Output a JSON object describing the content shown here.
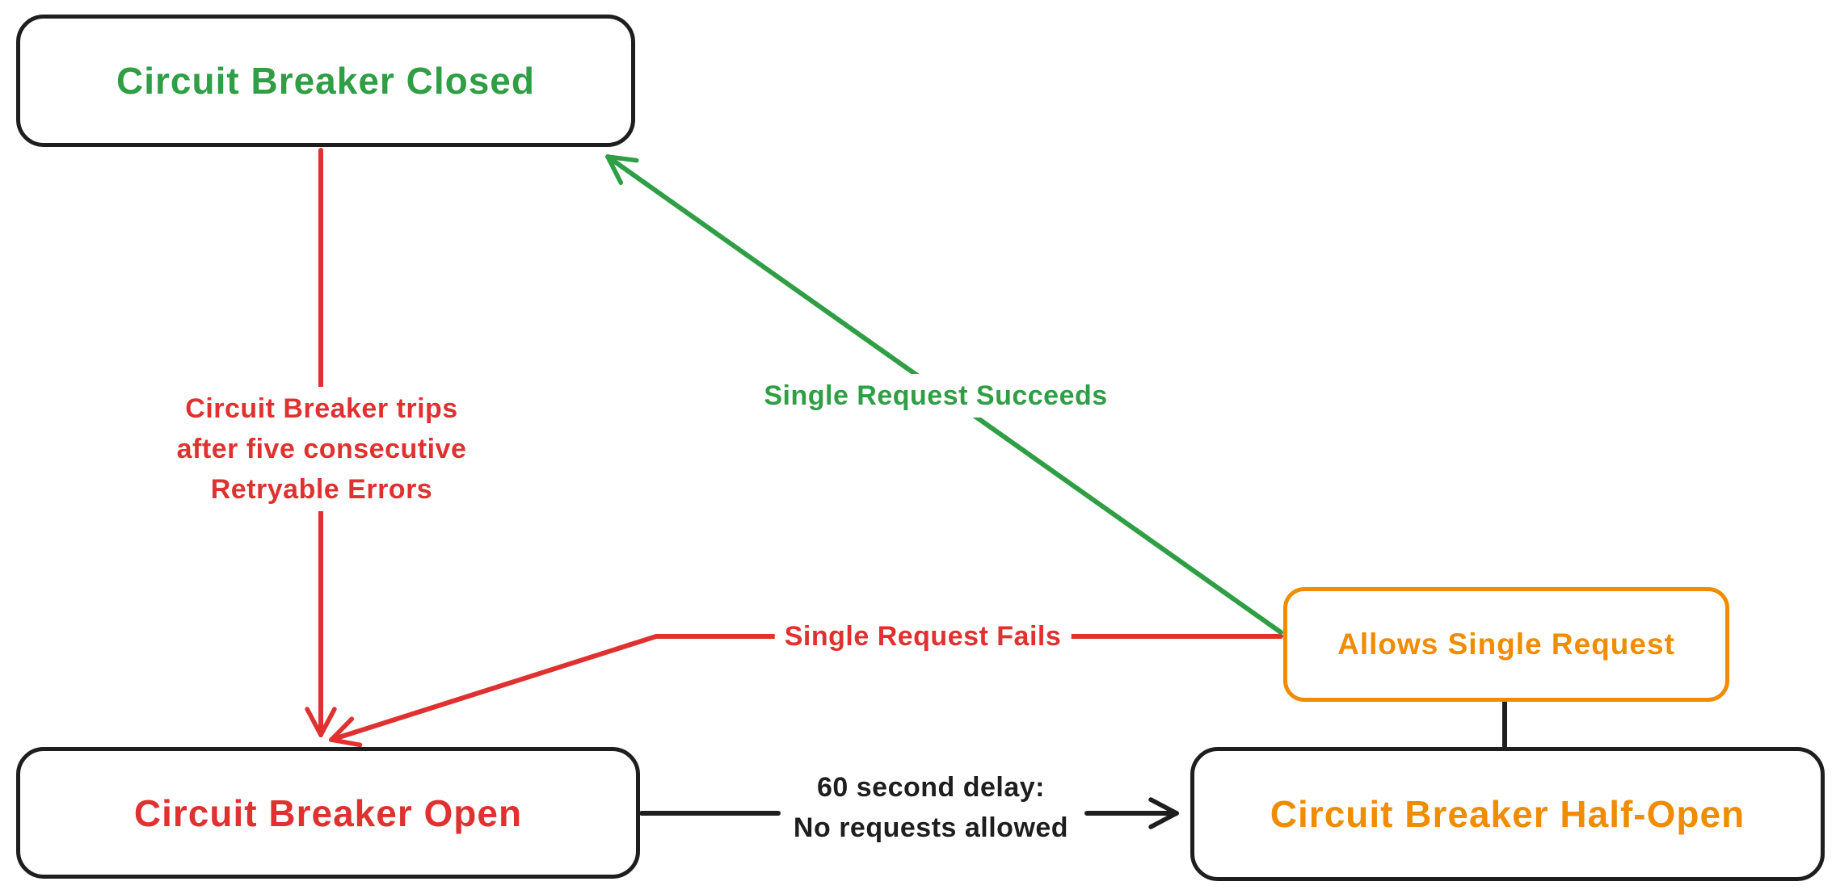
{
  "nodes": {
    "closed": {
      "label": "Circuit Breaker Closed"
    },
    "open": {
      "label": "Circuit Breaker Open"
    },
    "half_open": {
      "label": "Circuit Breaker Half-Open"
    },
    "allows_single": {
      "label": "Allows Single Request"
    }
  },
  "edges": {
    "trips": {
      "label_lines": [
        "Circuit Breaker trips",
        "after five consecutive",
        "Retryable Errors"
      ],
      "from": "closed",
      "to": "open",
      "color": "#e03131"
    },
    "succeeds": {
      "label": "Single Request Succeeds",
      "from": "allows_single",
      "to": "closed",
      "color": "#2f9e44"
    },
    "fails": {
      "label": "Single Request Fails",
      "from": "allows_single",
      "to": "open",
      "color": "#e03131"
    },
    "delay": {
      "label_lines": [
        "60 second delay:",
        "No requests allowed"
      ],
      "from": "open",
      "to": "half_open",
      "color": "#1e1e1e"
    },
    "half_open_connector": {
      "from": "allows_single",
      "to": "half_open",
      "color": "#1e1e1e"
    }
  },
  "colors": {
    "green": "#2f9e44",
    "red": "#e03131",
    "orange": "#f08c00",
    "ink": "#1e1e1e",
    "background": "#ffffff"
  }
}
